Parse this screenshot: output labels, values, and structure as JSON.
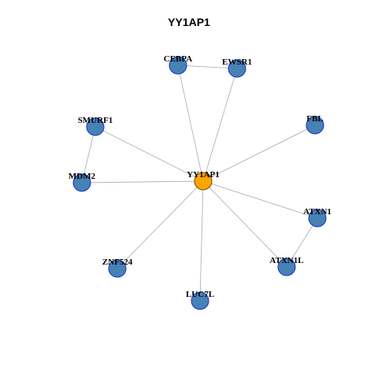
{
  "title": "YY1AP1",
  "colors": {
    "center": "#ffa500",
    "node": "#4682b4",
    "node_border": "#1a2fc9",
    "edge": "#aaaaaa"
  },
  "graph": {
    "nodes": [
      {
        "id": "YY1AP1",
        "role": "center"
      },
      {
        "id": "CEBPA"
      },
      {
        "id": "EWSR1"
      },
      {
        "id": "SMURF1"
      },
      {
        "id": "FBL"
      },
      {
        "id": "MDM2"
      },
      {
        "id": "ATXN1"
      },
      {
        "id": "ZNF524"
      },
      {
        "id": "ATXN1L"
      },
      {
        "id": "LUC7L"
      }
    ],
    "edges": [
      [
        "YY1AP1",
        "CEBPA"
      ],
      [
        "YY1AP1",
        "EWSR1"
      ],
      [
        "YY1AP1",
        "SMURF1"
      ],
      [
        "YY1AP1",
        "FBL"
      ],
      [
        "YY1AP1",
        "MDM2"
      ],
      [
        "YY1AP1",
        "ATXN1"
      ],
      [
        "YY1AP1",
        "ZNF524"
      ],
      [
        "YY1AP1",
        "ATXN1L"
      ],
      [
        "YY1AP1",
        "LUC7L"
      ],
      [
        "CEBPA",
        "EWSR1"
      ],
      [
        "SMURF1",
        "MDM2"
      ],
      [
        "ATXN1",
        "ATXN1L"
      ]
    ]
  }
}
